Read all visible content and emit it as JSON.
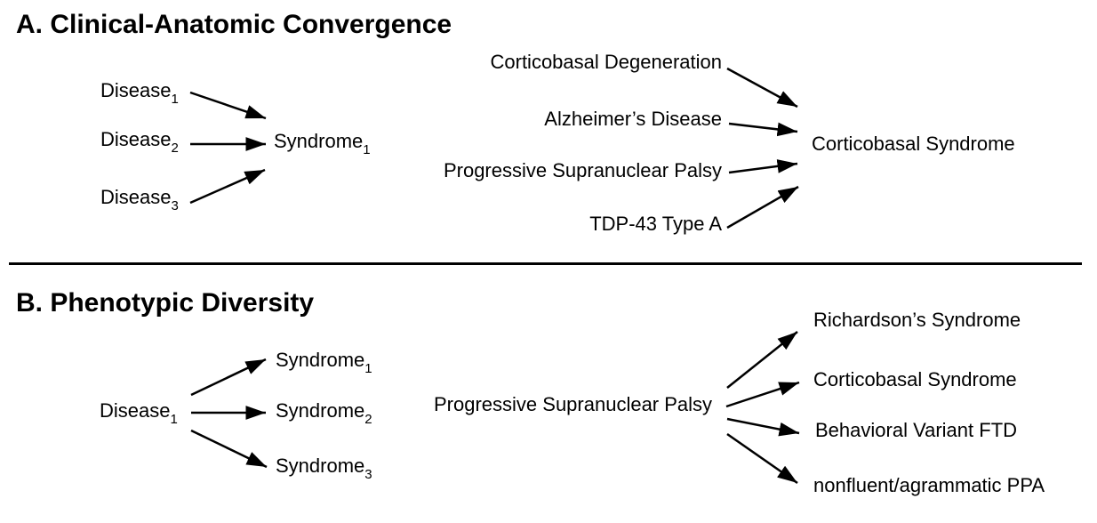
{
  "colors": {
    "text": "#000000",
    "background": "#ffffff",
    "arrow": "#000000"
  },
  "section_a": {
    "title": "A. Clinical-Anatomic Convergence",
    "generic": {
      "sources": [
        {
          "text": "Disease",
          "sub": "1"
        },
        {
          "text": "Disease",
          "sub": "2"
        },
        {
          "text": "Disease",
          "sub": "3"
        }
      ],
      "target": {
        "text": "Syndrome",
        "sub": "1"
      }
    },
    "example": {
      "sources": [
        "Corticobasal Degeneration",
        "Alzheimer’s Disease",
        "Progressive Supranuclear Palsy",
        "TDP-43 Type A"
      ],
      "target": "Corticobasal Syndrome"
    }
  },
  "section_b": {
    "title": "B. Phenotypic Diversity",
    "generic": {
      "source": {
        "text": "Disease",
        "sub": "1"
      },
      "targets": [
        {
          "text": "Syndrome",
          "sub": "1"
        },
        {
          "text": "Syndrome",
          "sub": "2"
        },
        {
          "text": "Syndrome",
          "sub": "3"
        }
      ]
    },
    "example": {
      "source": "Progressive Supranuclear Palsy",
      "targets": [
        "Richardson’s Syndrome",
        "Corticobasal Syndrome",
        "Behavioral Variant FTD",
        "nonfluent/agrammatic PPA"
      ]
    }
  }
}
